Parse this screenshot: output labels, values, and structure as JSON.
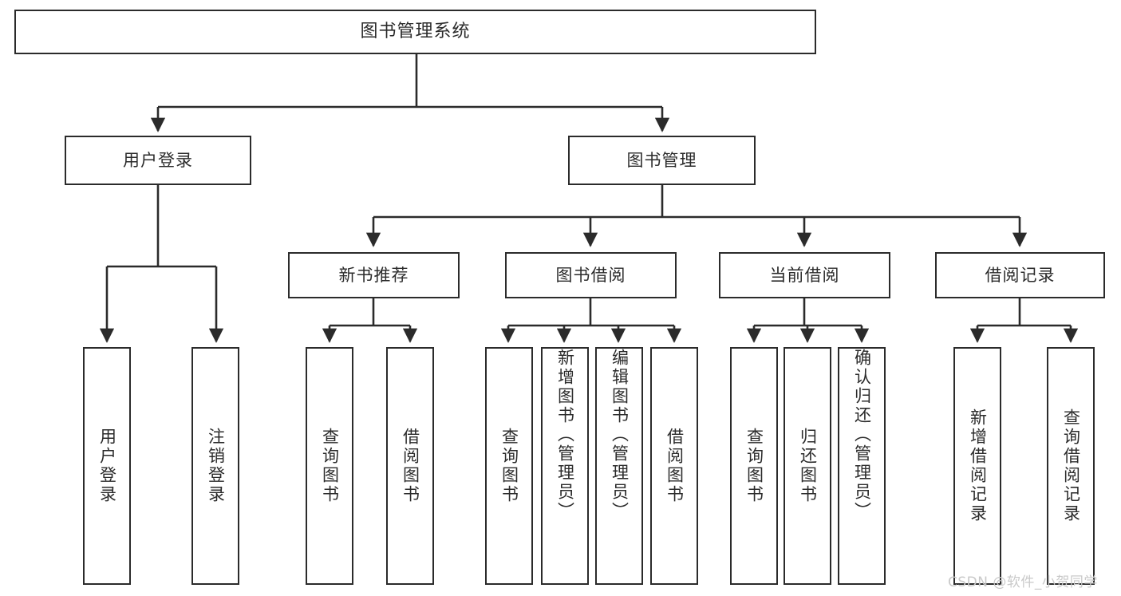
{
  "diagram": {
    "title": "图书管理系统",
    "type": "tree-hierarchy",
    "root": {
      "label": "图书管理系统"
    },
    "level2": [
      {
        "label": "用户登录"
      },
      {
        "label": "图书管理"
      }
    ],
    "level3": [
      {
        "label": "新书推荐"
      },
      {
        "label": "图书借阅"
      },
      {
        "label": "当前借阅"
      },
      {
        "label": "借阅记录"
      }
    ],
    "leaves": {
      "user_login": [
        {
          "label": "用户登录"
        },
        {
          "label": "注销登录"
        }
      ],
      "new_book_recommend": [
        {
          "label": "查询图书"
        },
        {
          "label": "借阅图书"
        }
      ],
      "book_borrow": [
        {
          "label": "查询图书"
        },
        {
          "label": "新增图书（管理员）"
        },
        {
          "label": "编辑图书（管理员）"
        },
        {
          "label": "借阅图书"
        }
      ],
      "current_borrow": [
        {
          "label": "查询图书"
        },
        {
          "label": "归还图书"
        },
        {
          "label": "确认归还（管理员）"
        }
      ],
      "borrow_record": [
        {
          "label": "新增借阅记录"
        },
        {
          "label": "查询借阅记录"
        }
      ]
    }
  },
  "watermark": {
    "text": "CSDN @软件_小贺同学"
  },
  "colors": {
    "stroke": "#2b2b2b",
    "text": "#2b2b2b",
    "background": "#ffffff",
    "watermark": "#c9c9c9"
  }
}
